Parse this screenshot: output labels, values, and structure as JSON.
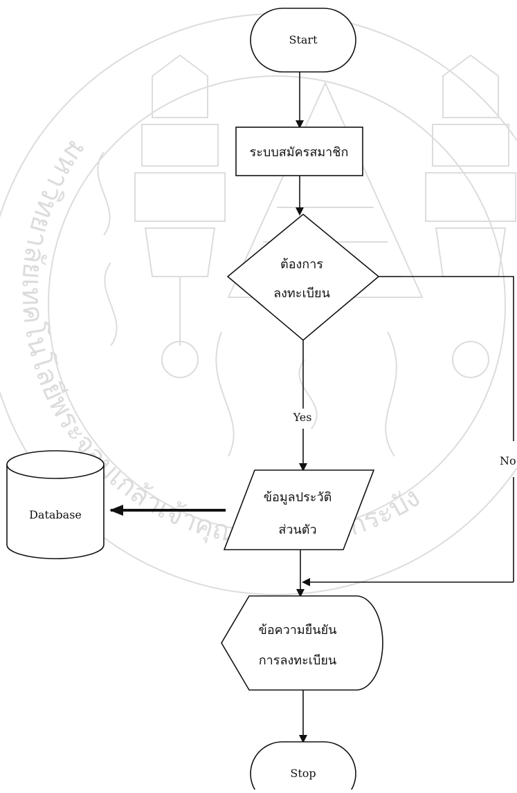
{
  "flowchart": {
    "start_label": "Start",
    "register_system_label": "ระบบสมัครสมาชิก",
    "decision_line1": "ต้องการ",
    "decision_line2": "ลงทะเบียน",
    "yes_label": "Yes",
    "no_label": "No",
    "input_line1": "ข้อมูลประวัติ",
    "input_line2": "ส่วนตัว",
    "display_line1": "ข้อความยืนยัน",
    "display_line2": "การลงทะเบียน",
    "database_label": "Database",
    "stop_label": "Stop"
  },
  "watermark": {
    "arc_text": "มหาวิทยาลัยเทคโนโลยีพระจอมเกล้าเจ้าคุณทหารลาดกระบัง"
  },
  "colors": {
    "line": "#111111",
    "watermark": "#dcdcdc",
    "background": "#ffffff"
  }
}
